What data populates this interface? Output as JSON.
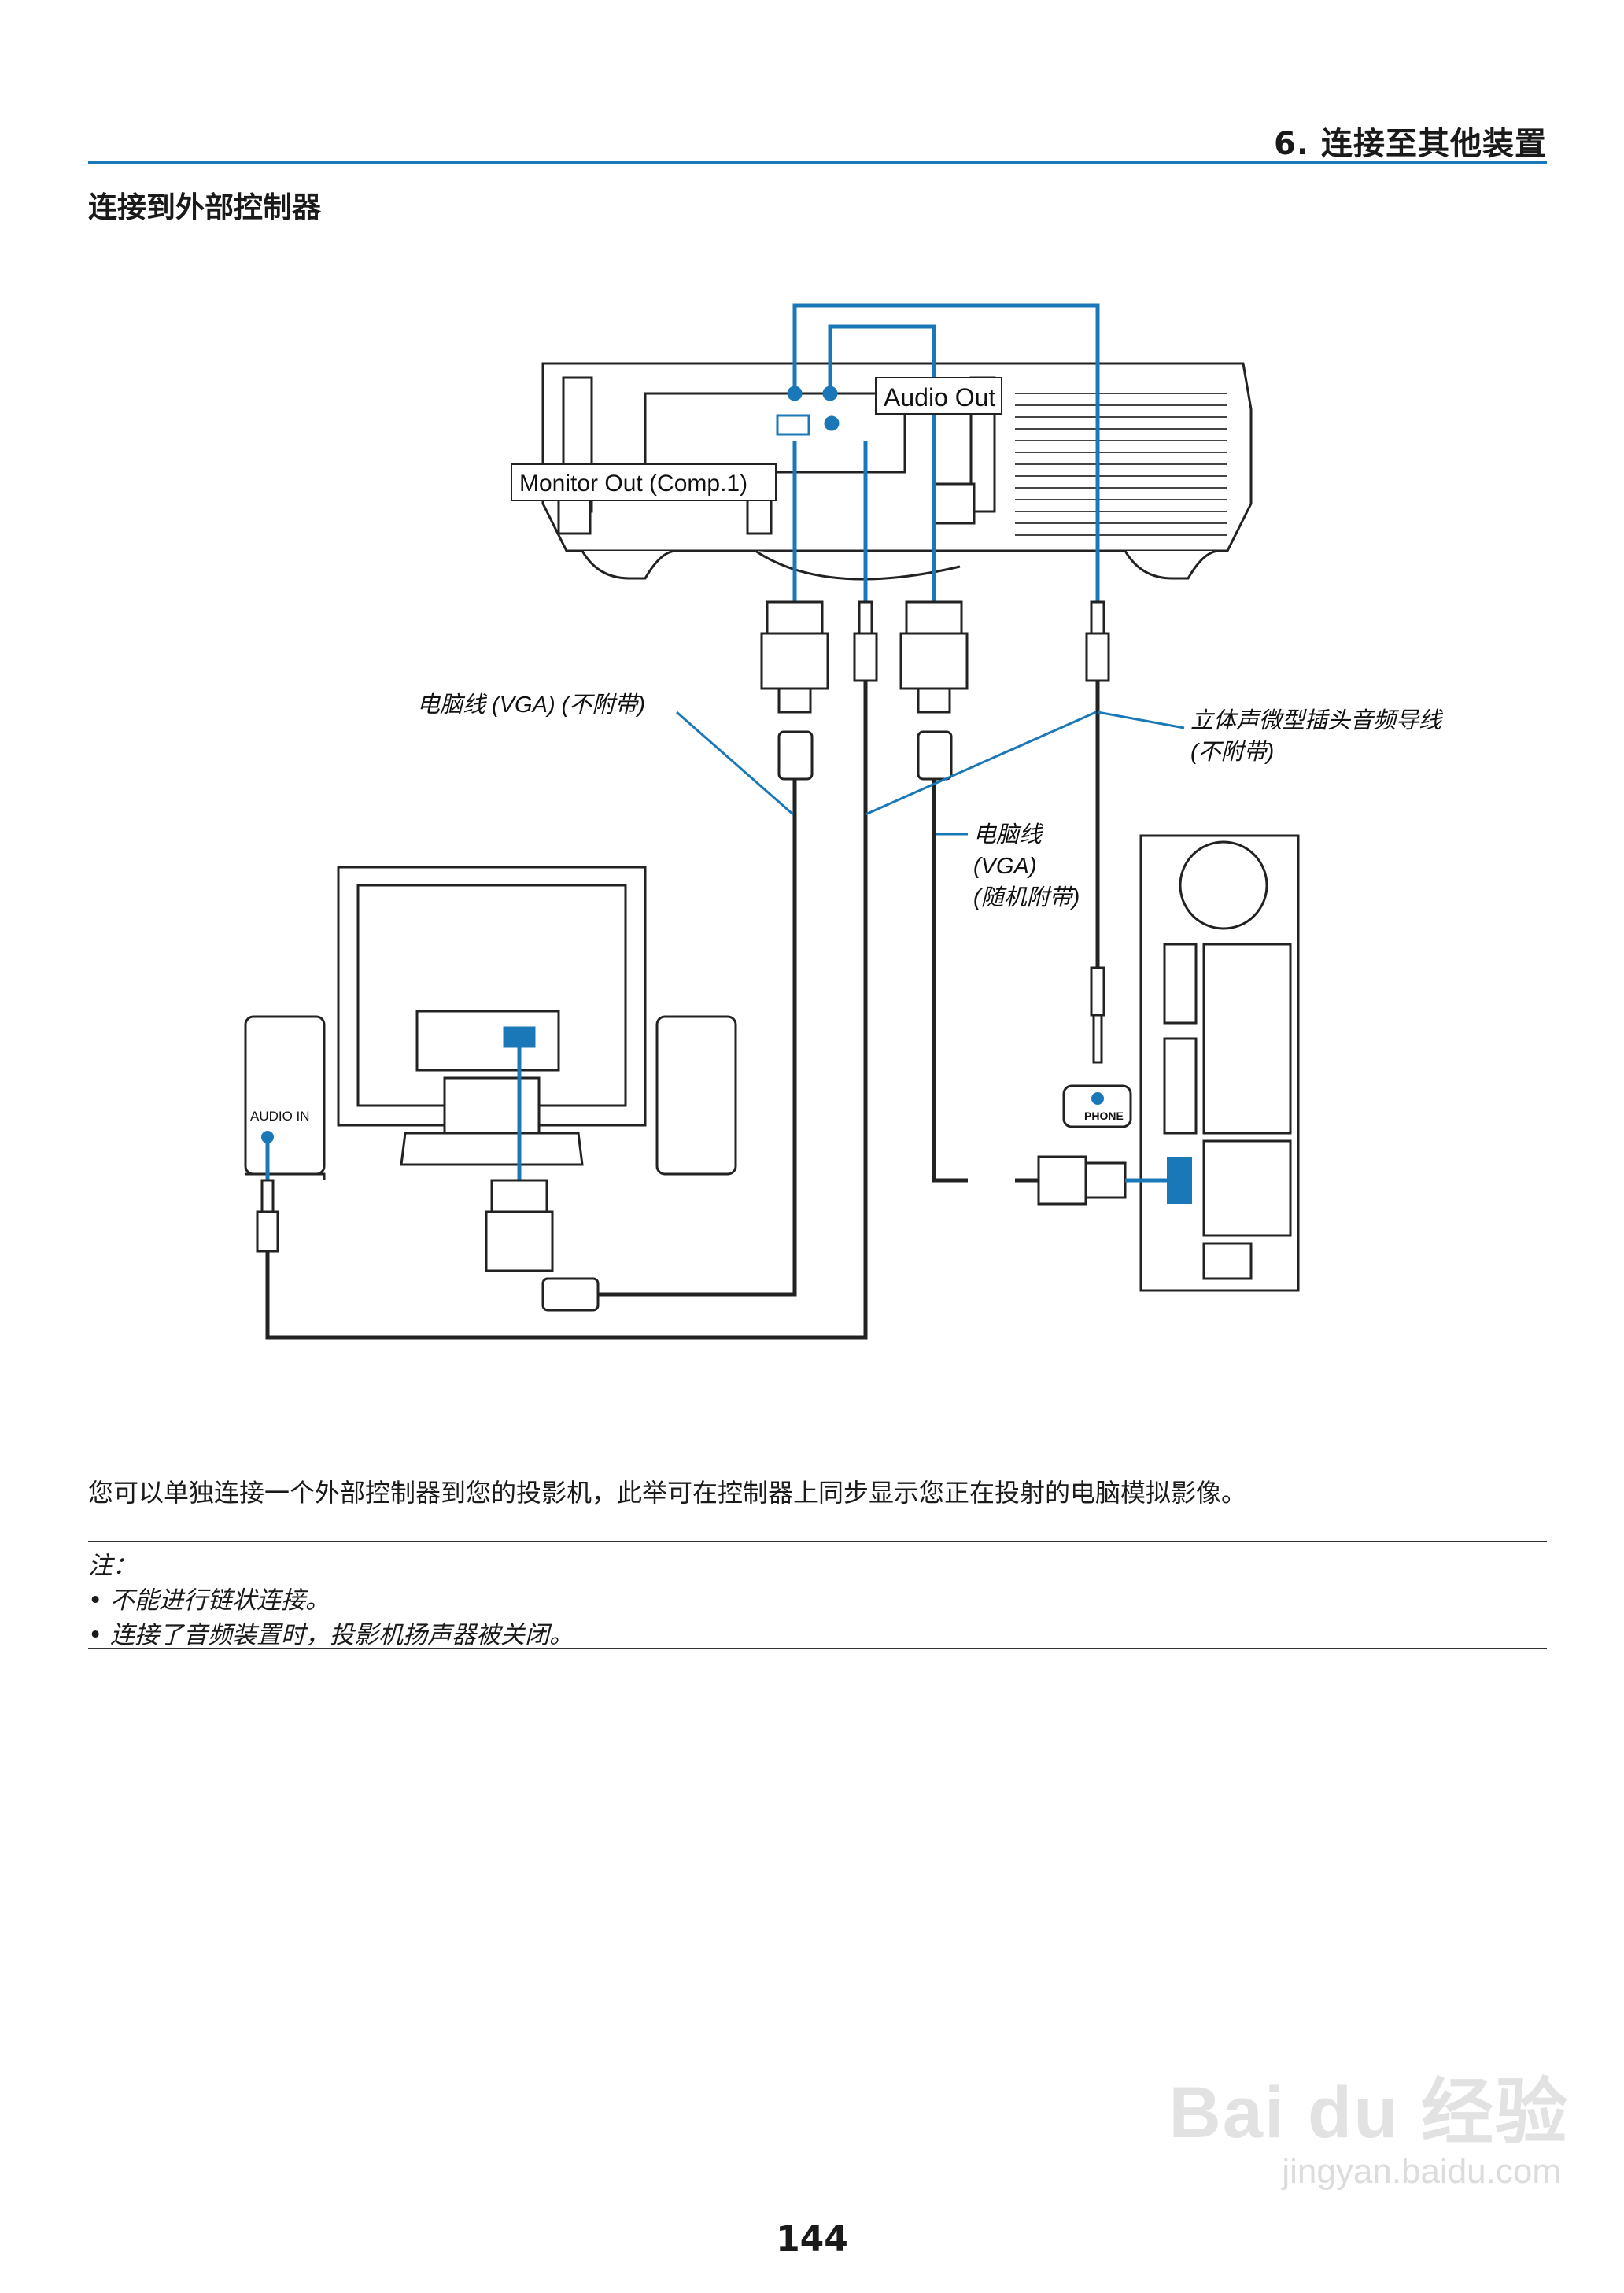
{
  "header": {
    "chapter": "6. 连接至其他装置",
    "section_title": "连接到外部控制器"
  },
  "diagram": {
    "label_audio_out": "Audio Out",
    "label_monitor_out": "Monitor Out (Comp.1)",
    "label_vga_left": "电脑线 (VGA) (不附带)",
    "label_audio_cable_line1": "立体声微型插头音频导线",
    "label_audio_cable_line2": "(不附带)",
    "label_vga_supplied_line1": "电脑线",
    "label_vga_supplied_line2": "(VGA)",
    "label_vga_supplied_line3": "(随机附带)",
    "label_audio_in": "AUDIO IN",
    "label_phone": "PHONE",
    "colors": {
      "accent": "#1b78b8",
      "line": "#222222"
    }
  },
  "body": {
    "paragraph": "您可以单独连接一个外部控制器到您的投影机，此举可在控制器上同步显示您正在投射的电脑模拟影像。",
    "note_title": "注：",
    "notes": [
      "不能进行链状连接。",
      "连接了音频装置时，投影机扬声器被关闭。"
    ]
  },
  "footer": {
    "page_number": "144"
  },
  "watermark": {
    "line1": "Bai du 经验",
    "line2": "jingyan.baidu.com"
  }
}
